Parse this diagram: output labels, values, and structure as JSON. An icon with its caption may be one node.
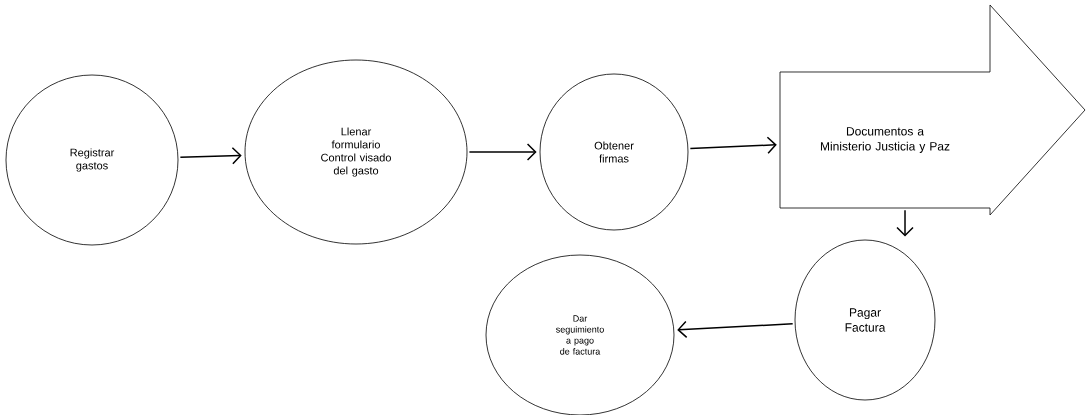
{
  "diagram": {
    "nodes": [
      {
        "text": [
          "Registrar gastos"
        ]
      },
      {
        "text": [
          "Llenar formulario Control visado del gasto"
        ]
      },
      {
        "text": [
          "Obtener firmas"
        ]
      },
      {
        "text": [
          "Documentos a Ministerio Justicia y Paz"
        ]
      },
      {
        "text": [
          "Pagar Factura"
        ]
      },
      {
        "text": [
          "Dar seguimiento a pago de factura"
        ]
      }
    ],
    "edges": [
      {
        "from": 0,
        "to": 1,
        "arrow": "to"
      },
      {
        "from": 1,
        "to": 2,
        "arrow": "to"
      },
      {
        "from": 2,
        "to": 3,
        "arrow": "to"
      },
      {
        "from": 3,
        "to": 4,
        "arrow": "to"
      },
      {
        "from": 4,
        "to": 5,
        "arrow": "to"
      }
    ]
  }
}
